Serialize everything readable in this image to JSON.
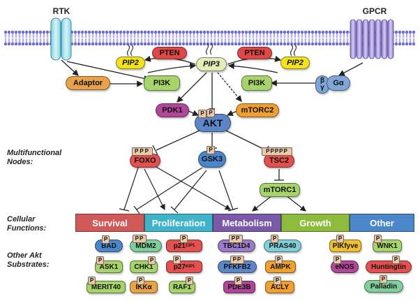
{
  "receptors": {
    "rtk": "RTK",
    "gpcr": "GPCR"
  },
  "upstream": {
    "pip2_left": "PIP2",
    "pip3": "PIP3",
    "pip2_right": "PIP2",
    "pten_left": "PTEN",
    "pten_right": "PTEN",
    "adaptor": "Adaptor",
    "pi3k_left": "PI3K",
    "pi3k_right": "PI3K",
    "beta": "β",
    "gamma": "γ",
    "galpha": "Gα",
    "pdk1": "PDK1",
    "mtorc2": "mTORC2",
    "akt": "AKT",
    "phos": "P"
  },
  "nodes": {
    "section_label": "Multifunctional Nodes:",
    "foxo": "FOXO",
    "foxo_p": "PPP",
    "gsk3": "GSK3",
    "tsc2": "TSC2",
    "tsc2_p": "PPPPP",
    "mtorc1": "mTORC1"
  },
  "functions": {
    "section_label": "Cellular Functions:",
    "items": [
      {
        "label": "Survival",
        "color": "#d05a5a"
      },
      {
        "label": "Proliferation",
        "color": "#3fb3c9"
      },
      {
        "label": "Metabolism",
        "color": "#7a5aa8"
      },
      {
        "label": "Growth",
        "color": "#8dbb3e"
      },
      {
        "label": "Other",
        "color": "#4a86c8"
      }
    ]
  },
  "substrates": {
    "section_label": "Other Akt Substrates:",
    "bad": "BAD",
    "ask1": "ASK1",
    "merit40": "MERIT40",
    "mdm2": "MDM2",
    "chk1": "CHK1",
    "ikka": "IKKα",
    "p21": "p21",
    "p21_sup": "CIP1",
    "p27": "p27",
    "p27_sup": "KIP1",
    "raf1": "RAF1",
    "tbc1d4": "TBC1D4",
    "pfkfb2": "PFKFB2",
    "pde3b": "PDE3B",
    "pras40": "PRAS40",
    "ampk": "AMPK",
    "acly": "ACLY",
    "pikfyve": "PIKfyve",
    "enos": "eNOS",
    "wnk1": "WNK1",
    "huntingtin": "Huntingtin",
    "palladin": "Palladin"
  },
  "colors": {
    "membrane": "#6a6ad0",
    "pip_yellow": "#f2e31a",
    "pten_red": "#e04848",
    "pi3k_green": "#a6d46a",
    "adaptor_orange": "#e8a34a",
    "pdk1_purple": "#b0489a",
    "mtorc2_orange": "#f0a030",
    "akt_blue": "#5d86c8",
    "node_red": "#e35050",
    "node_blue": "#4a86c8"
  }
}
